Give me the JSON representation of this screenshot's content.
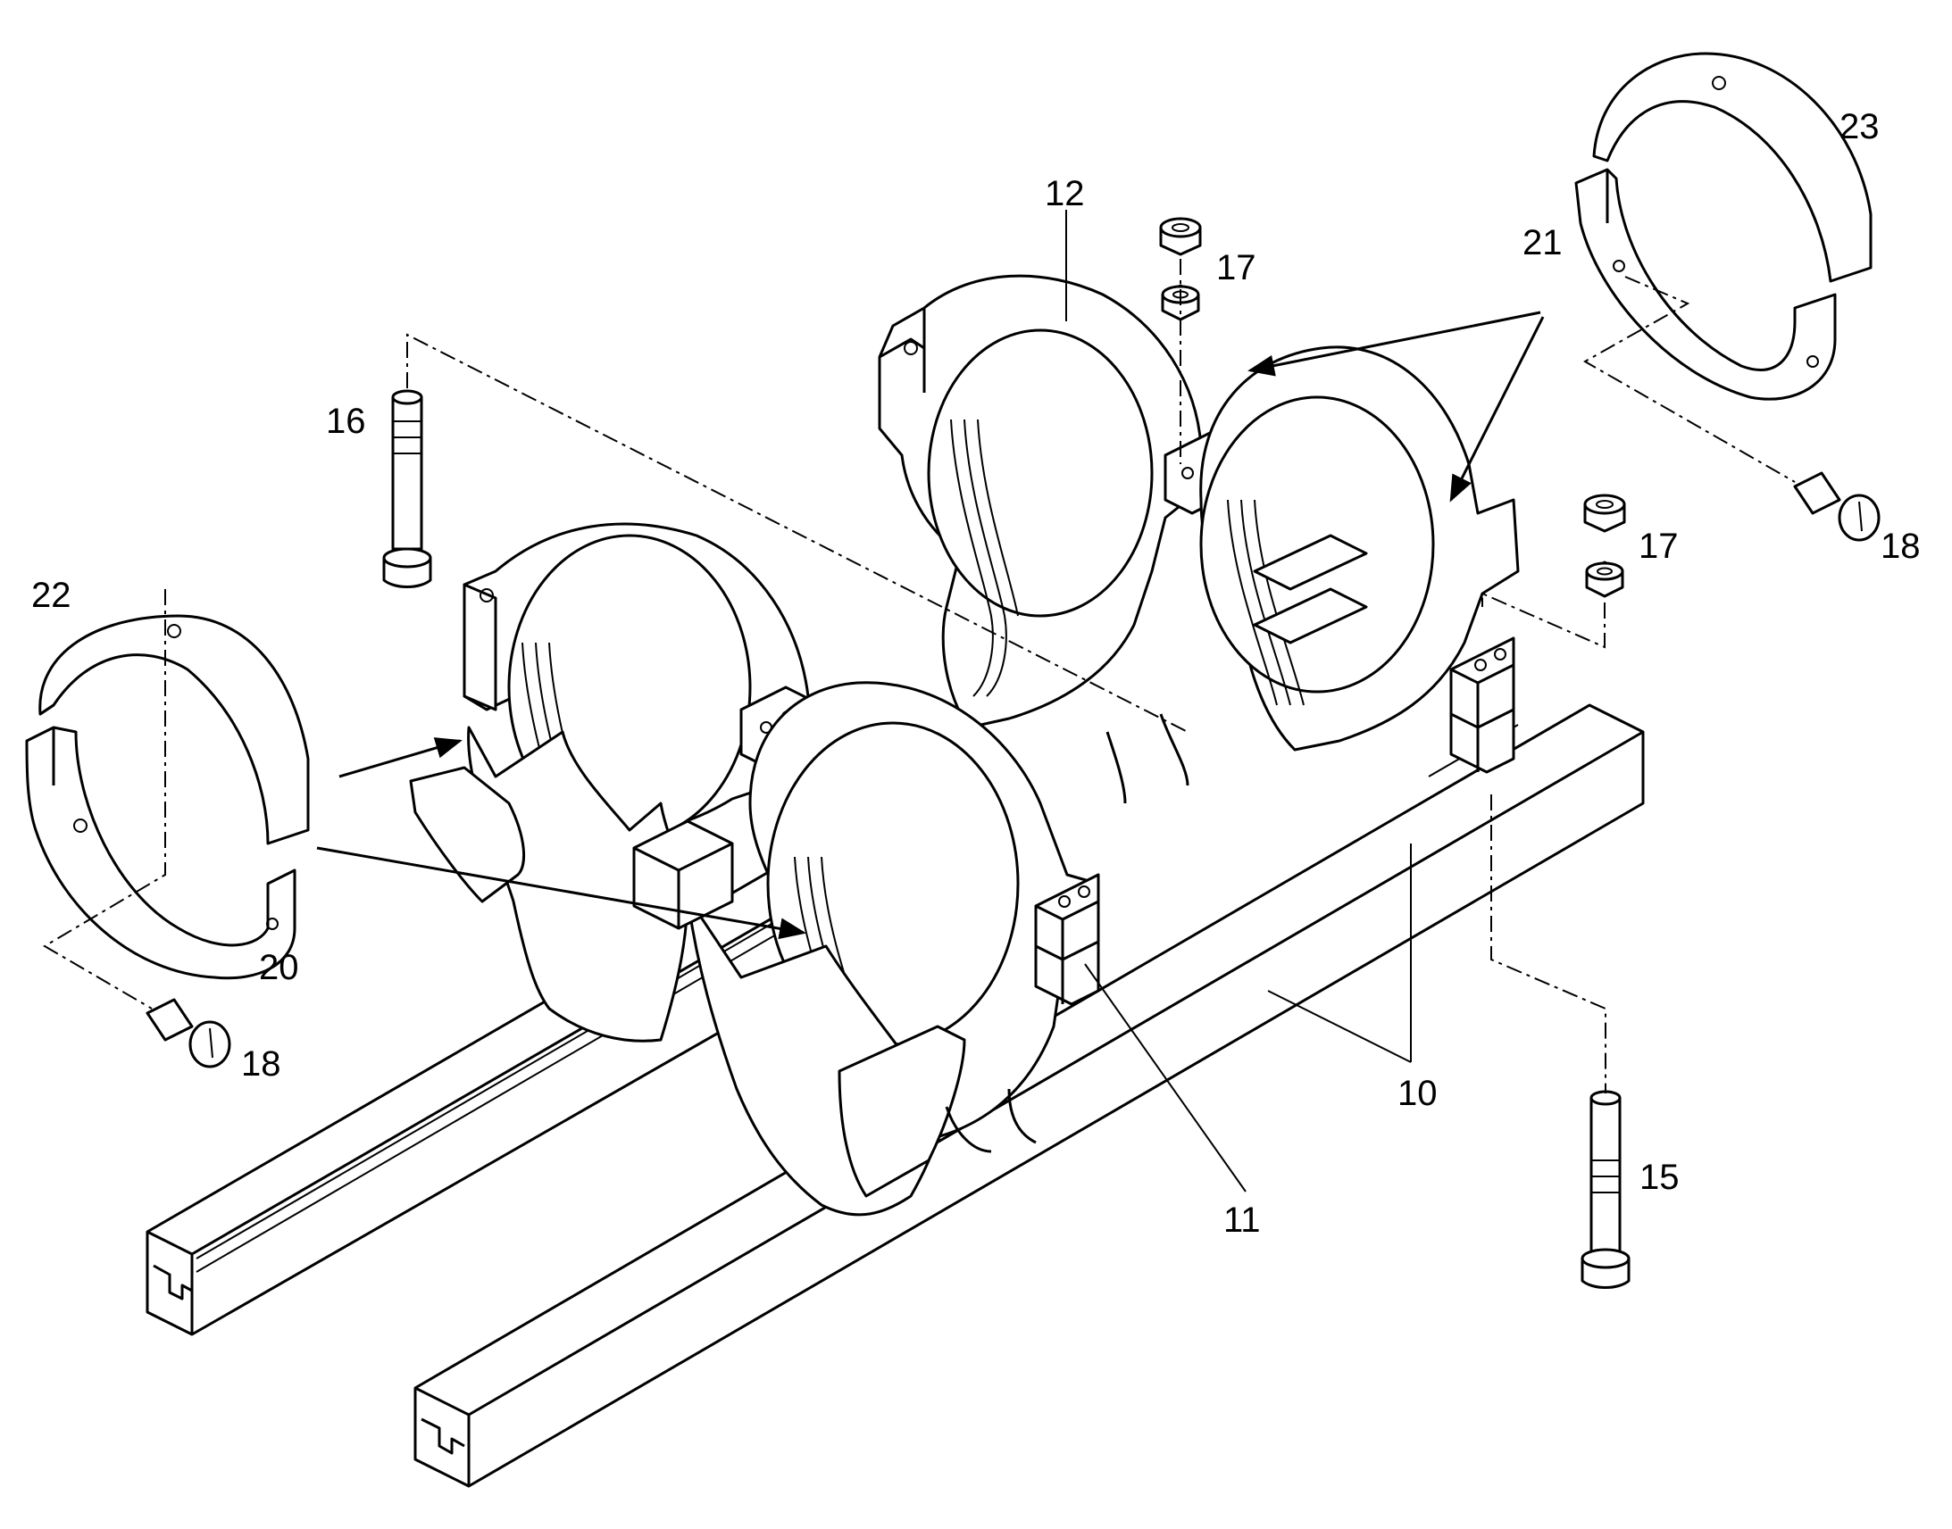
{
  "callouts": [
    {
      "id": "10",
      "text": "10"
    },
    {
      "id": "11",
      "text": "11"
    },
    {
      "id": "12",
      "text": "12"
    },
    {
      "id": "15",
      "text": "15"
    },
    {
      "id": "16",
      "text": "16"
    },
    {
      "id": "17a",
      "text": "17"
    },
    {
      "id": "17b",
      "text": "17"
    },
    {
      "id": "18a",
      "text": "18"
    },
    {
      "id": "18b",
      "text": "18"
    },
    {
      "id": "20",
      "text": "20"
    },
    {
      "id": "21",
      "text": "21"
    },
    {
      "id": "22",
      "text": "22"
    },
    {
      "id": "23",
      "text": "23"
    }
  ]
}
